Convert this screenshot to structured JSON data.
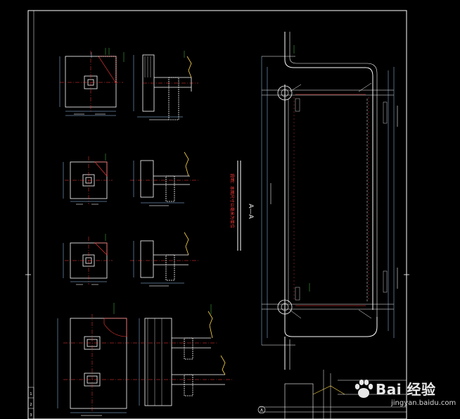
{
  "drawing": {
    "section_label": "A—A",
    "vertical_note": "说明：本图尺寸以毫米为单位",
    "section_marker": "A",
    "side_strip": [
      "1",
      "2",
      "3"
    ]
  },
  "watermark": {
    "brand": "Bai 经验",
    "sub": "jingyan.baidu.com"
  },
  "colors": {
    "background": "#000000",
    "line": "#ffffff",
    "dim": "#9fd0ff",
    "accent_red": "#ff3b3b",
    "accent_green": "#5cff5c",
    "accent_yellow": "#ffd84a"
  }
}
